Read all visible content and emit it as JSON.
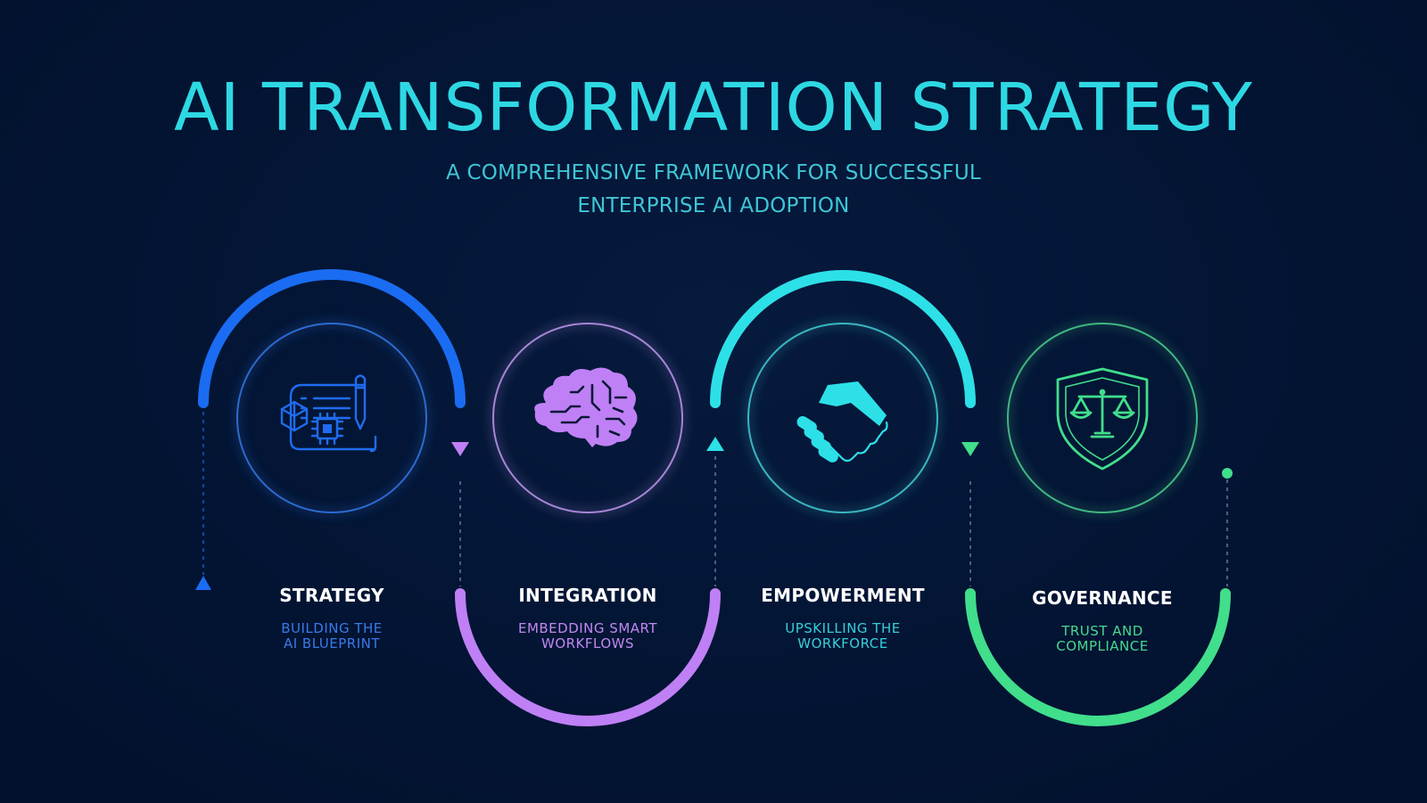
{
  "title": "AI TRANSFORMATION STRATEGY",
  "subtitle": {
    "line1": "A COMPREHENSIVE FRAMEWORK FOR SUCCESSFUL",
    "line2": "ENTERPRISE AI ADOPTION"
  },
  "colors": {
    "background": "#031433",
    "title": "#2ed8e3",
    "strategy": "#1a6cf2",
    "integration": "#bf80f5",
    "empowerment": "#2de0e8",
    "governance": "#41de8c"
  },
  "steps": [
    {
      "title": "STRATEGY",
      "desc_line1": "BUILDING THE",
      "desc_line2": "AI BLUEPRINT",
      "icon": "blueprint-icon"
    },
    {
      "title": "INTEGRATION",
      "desc_line1": "EMBEDDING SMART",
      "desc_line2": "WORKFLOWS",
      "icon": "brain-icon"
    },
    {
      "title": "EMPOWERMENT",
      "desc_line1": "UPSKILLING THE",
      "desc_line2": "WORKFORCE",
      "icon": "handshake-icon"
    },
    {
      "title": "GOVERNANCE",
      "desc_line1": "TRUST AND",
      "desc_line2": "COMPLIANCE",
      "icon": "shield-scales-icon"
    }
  ]
}
